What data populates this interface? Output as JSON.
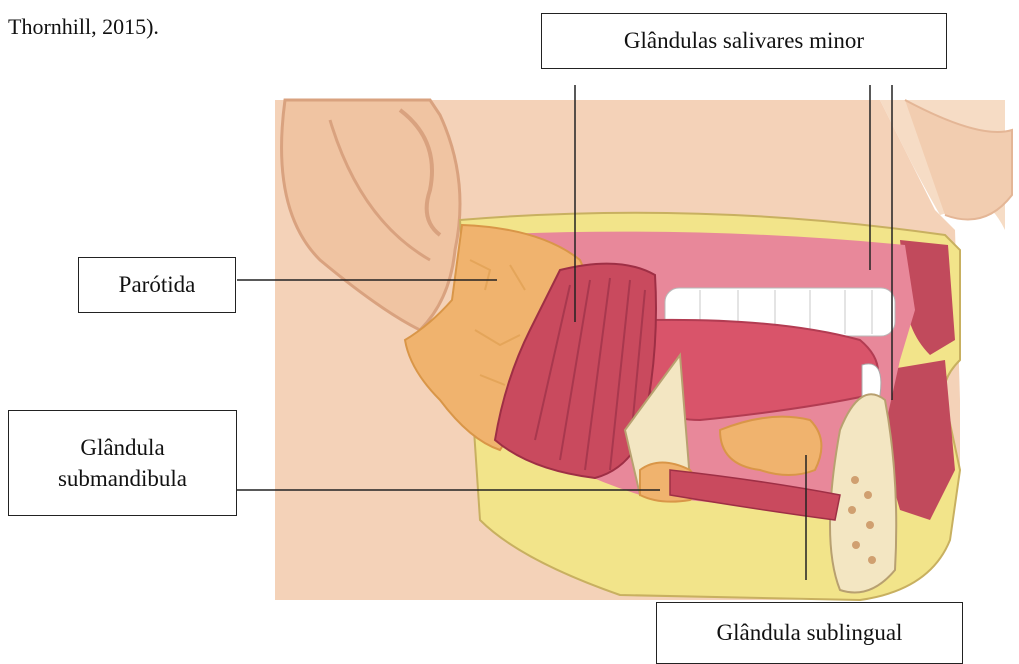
{
  "caption": "Thornhill, 2015).",
  "labels": {
    "minor": "Glândulas salivares minor",
    "parotida": "Parótida",
    "submandibula_line1": "Glândula",
    "submandibula_line2": "submandibula",
    "sublingual": "Glândula sublingual"
  },
  "colors": {
    "skin": "#f4d2b8",
    "skin_shadow": "#e8b896",
    "gland": "#f0b36e",
    "muscle": "#c9485a",
    "mucosa": "#e8889a",
    "tongue": "#d9546a",
    "teeth": "#ffffff",
    "bone": "#f3e6c2",
    "fat_yellow": "#f2e48a"
  }
}
